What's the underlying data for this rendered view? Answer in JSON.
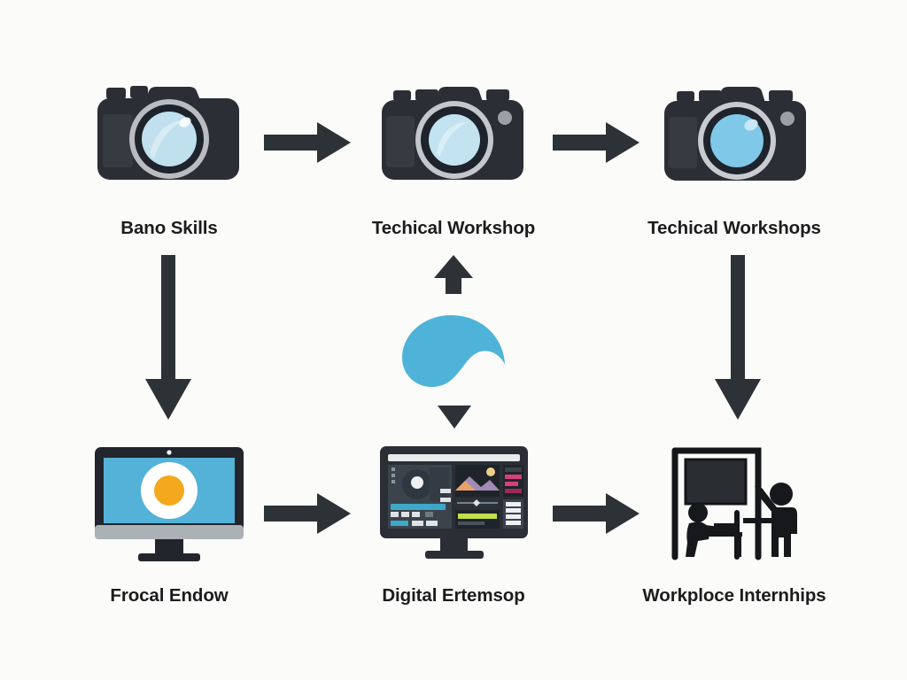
{
  "diagram": {
    "title": "Training Pathway Flow Diagram",
    "background_color": "#fbfbf9",
    "arrow_color": "#2d3237",
    "accent_blue": "#4fb3d9",
    "accent_orange": "#f4a81d",
    "label_color": "#1c1c1e"
  },
  "nodes": [
    {
      "id": "basic-skills",
      "label": "Bano Skills",
      "icon": "camera-icon",
      "row": 1,
      "column": 1,
      "lens_color": "#bfe0ec"
    },
    {
      "id": "technical-workshop",
      "label": "Techical Workshop",
      "icon": "camera-icon",
      "row": 1,
      "column": 2,
      "lens_color": "#c3e3f0"
    },
    {
      "id": "technical-workshops",
      "label": "Techical Workshops",
      "icon": "camera-icon",
      "row": 1,
      "column": 3,
      "lens_color": "#7fc8e8"
    },
    {
      "id": "focal-endow",
      "label": "Frocal Endow",
      "icon": "monitor-icon",
      "row": 2,
      "column": 1,
      "screen_color": "#54b2d8"
    },
    {
      "id": "digital-editing",
      "label": "Digital Ertemsop",
      "icon": "editing-workstation-icon",
      "row": 2,
      "column": 2,
      "screen_color": "#2c3138"
    },
    {
      "id": "workplace-internships",
      "label": "Workploce Internhips",
      "icon": "classroom-training-icon",
      "row": 2,
      "column": 3,
      "screen_color": "#2a2d31"
    }
  ],
  "connectors": [
    {
      "id": "arrow-top-1-2",
      "direction": "right",
      "from": "basic-skills",
      "to": "technical-workshop"
    },
    {
      "id": "arrow-top-2-3",
      "direction": "right",
      "from": "technical-workshop",
      "to": "technical-workshops"
    },
    {
      "id": "arrow-bottom-1-2",
      "direction": "right",
      "from": "focal-endow",
      "to": "digital-editing"
    },
    {
      "id": "arrow-bottom-2-3",
      "direction": "right",
      "from": "digital-editing",
      "to": "workplace-internships"
    },
    {
      "id": "arrow-left-down",
      "direction": "down",
      "from": "basic-skills",
      "to": "focal-endow"
    },
    {
      "id": "arrow-right-down",
      "direction": "down",
      "from": "technical-workshops",
      "to": "workplace-internships"
    },
    {
      "id": "arrow-center-up",
      "direction": "up",
      "from": "center-blob",
      "to": "technical-workshop"
    },
    {
      "id": "arrow-center-down",
      "direction": "down",
      "from": "center-blob",
      "to": "digital-editing"
    }
  ],
  "center_element": {
    "id": "center-blob",
    "shape": "crescent-blob",
    "color": "#4fb3d9"
  }
}
